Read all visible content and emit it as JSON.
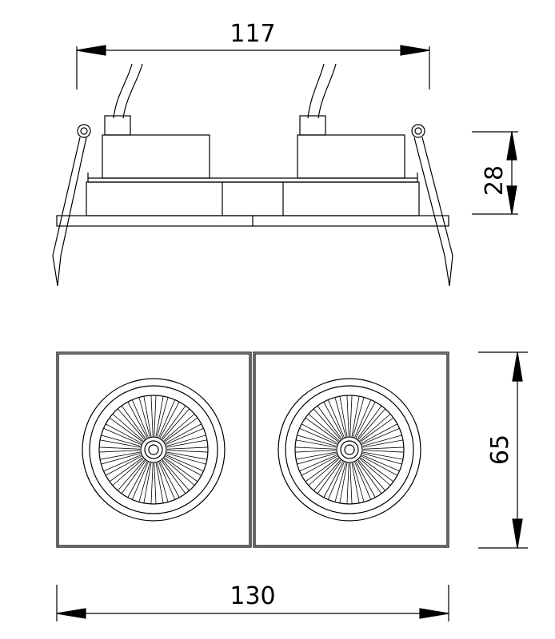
{
  "dimensions": {
    "top_width": "117",
    "side_height": "28",
    "front_height": "65",
    "bottom_width": "130"
  },
  "colors": {
    "line": "#000000",
    "background": "#ffffff"
  }
}
